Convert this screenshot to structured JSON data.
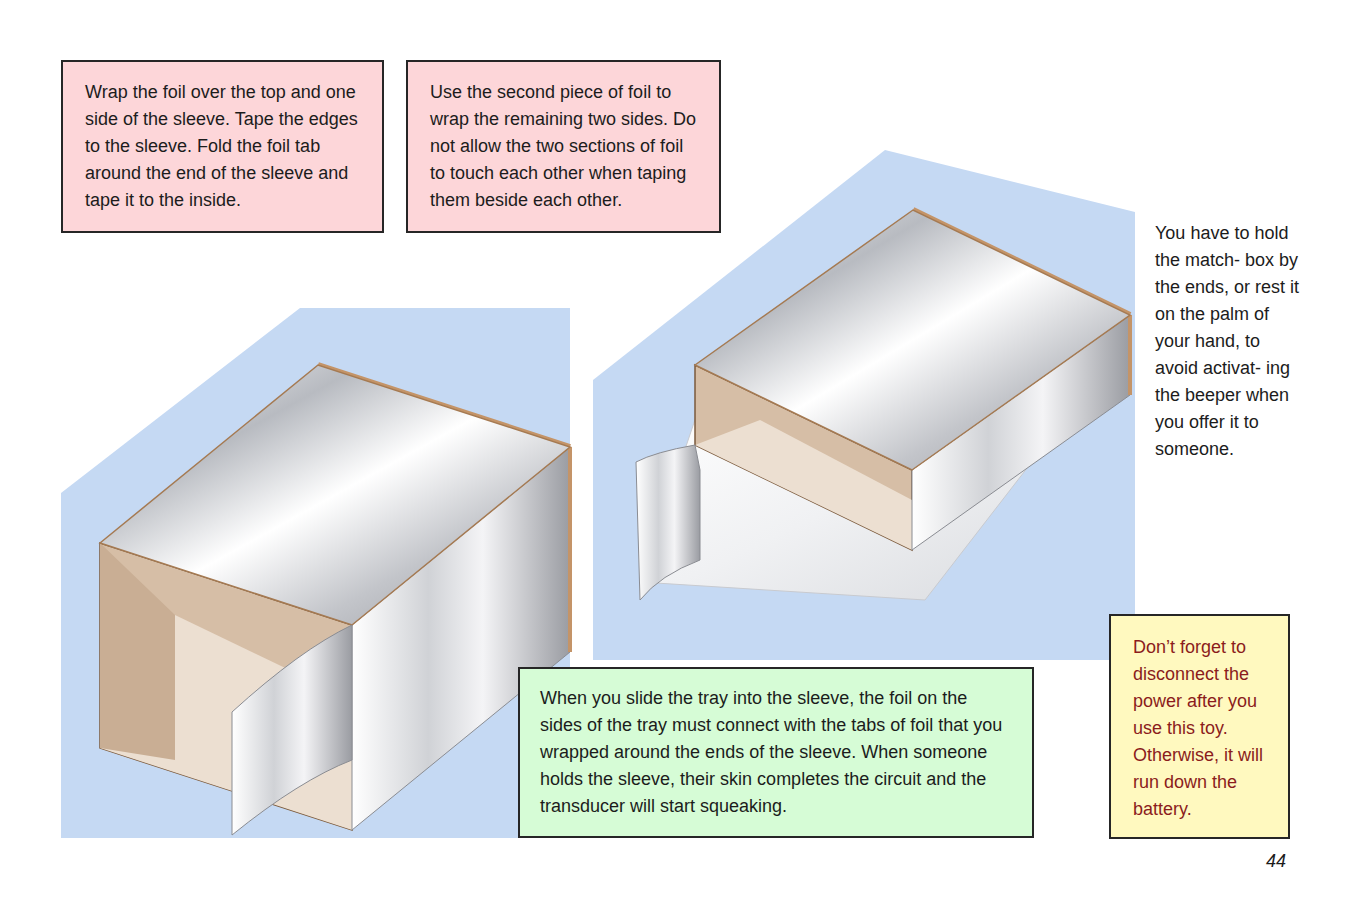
{
  "diagram": {
    "nodes": [
      {
        "text": [
          "Wrap the foil over the top and one side of the sleeve. Tape the edges to the sleeve. Fold the foil tab around the end of the sleeve and tape it to the inside."
        ]
      },
      {
        "text": [
          "Use the second piece of foil to wrap the remaining two sides. Do not allow the two sections of foil to touch each other when taping them beside each other."
        ]
      },
      {
        "text": [
          "When you slide the tray into the sleeve, the foil on the sides of the tray must connect with the tabs of foil that you wrapped around the ends of the sleeve. When someone holds the sleeve, their skin completes the circuit and the transducer will start squeaking."
        ]
      },
      {
        "text": [
          "Don’t forget to disconnect the power after you use this toy. Otherwise, it will run down the battery."
        ]
      }
    ],
    "labels": [
      "You have to hold the match- box by the ends, or rest it on the palm of your hand, to avoid activat- ing the beeper when you offer it to someone.",
      "44"
    ]
  }
}
